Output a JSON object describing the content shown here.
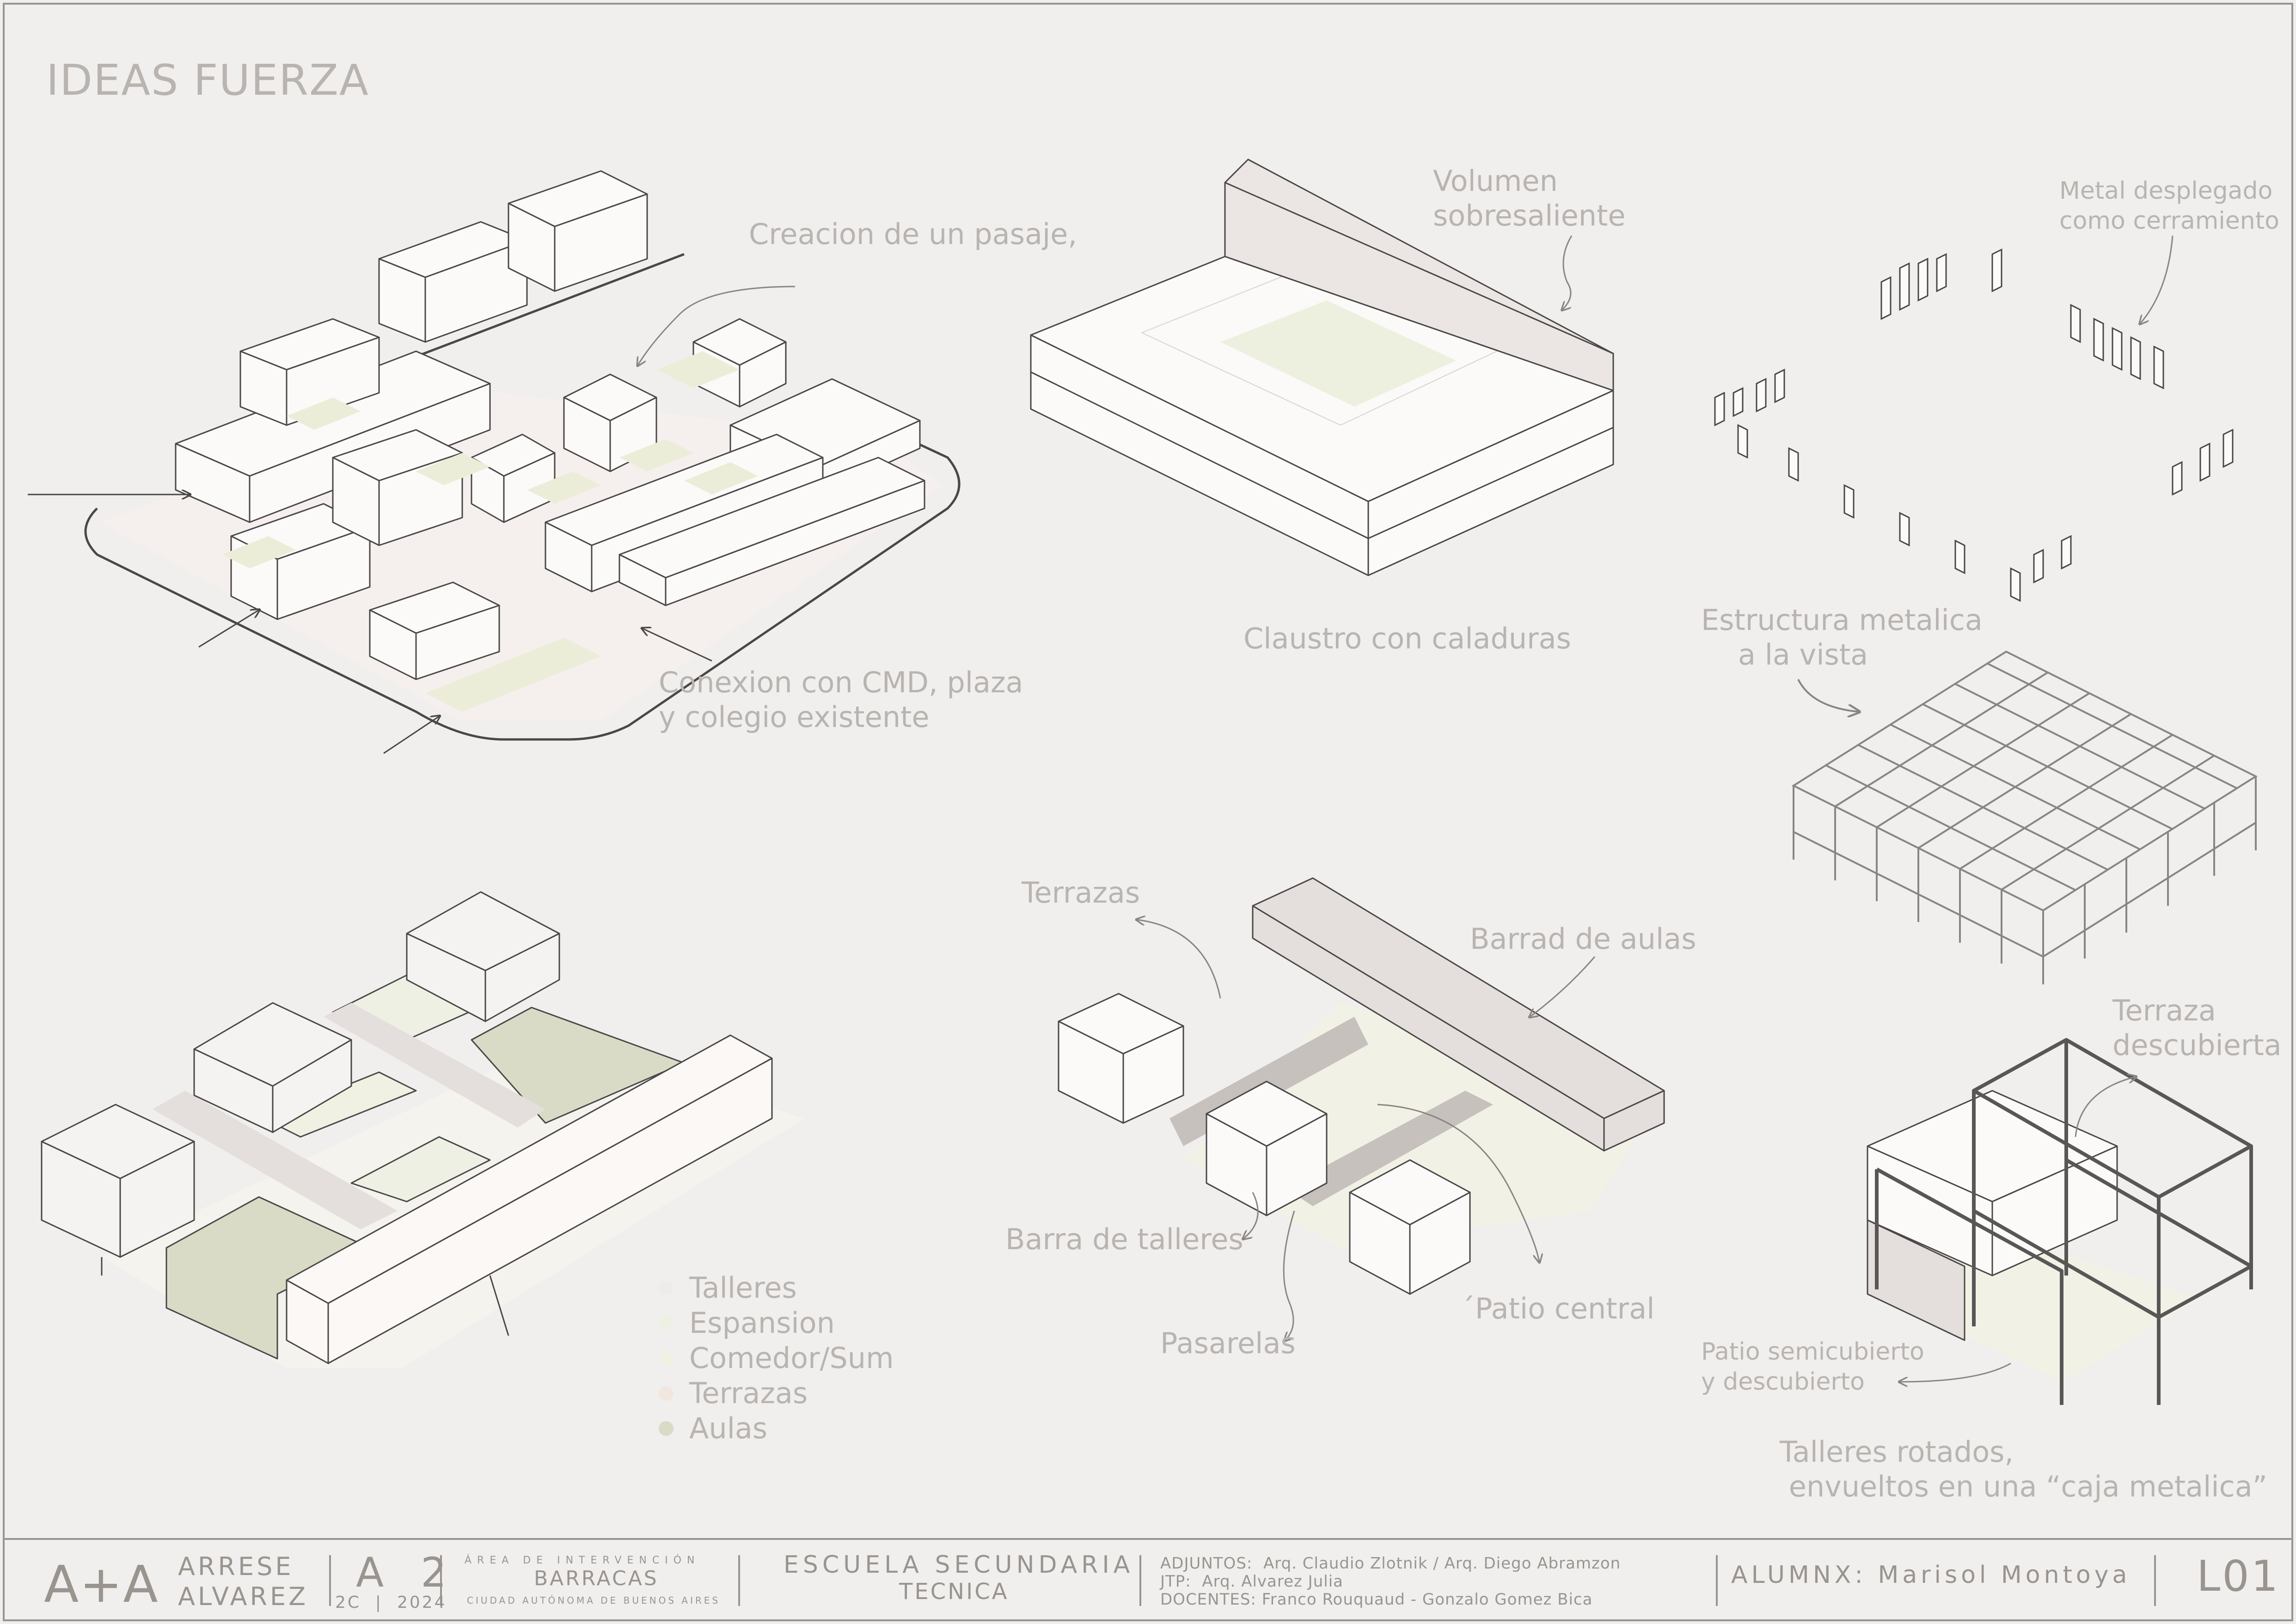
{
  "title": "IDEAS FUERZA",
  "annotations": {
    "pasaje": "Creacion de un pasaje,",
    "conexion_1": "Conexion con CMD, plaza",
    "conexion_2": "y colegio existente",
    "volumen_1": "Volumen",
    "volumen_2": "sobresaliente",
    "claustro": "Claustro con caladuras",
    "metal_1": "Metal desplegado",
    "metal_2": "como cerramiento",
    "estructura_1": "Estructura metalica",
    "estructura_2": "a la vista",
    "terrazas": "Terrazas",
    "barrad_aulas": "Barrad de aulas",
    "barra_talleres": "Barra de talleres",
    "patio_central": "´Patio central",
    "pasarelas": "Pasarelas",
    "terraza_desc_1": "Terraza",
    "terraza_desc_2": "descubierta",
    "patio_semi_1": "Patio semicubierto",
    "patio_semi_2": "y descubierto",
    "talleres_rot_1": "Talleres rotados,",
    "talleres_rot_2": " envueltos en una “caja metalica”"
  },
  "legend": [
    {
      "label": "Talleres",
      "color": "#eeeceb"
    },
    {
      "label": "Espansion",
      "color": "#eef0e3"
    },
    {
      "label": "Comedor/Sum",
      "color": "#f0f1e2"
    },
    {
      "label": "Terrazas",
      "color": "#f1e7df"
    },
    {
      "label": "Aulas",
      "color": "#d9dbc6"
    }
  ],
  "footer": {
    "logo": "A+A",
    "chair_1": "ARRESE",
    "chair_2": "ALVAREZ",
    "course": "A 2",
    "course_sub": "2C  |  2024",
    "area_title": "ÁREA DE INTERVENCIÓN",
    "area_name": "BARRACAS",
    "area_city": "CIUDAD AUTÓNOMA DE BUENOS AIRES",
    "project_1": "ESCUELA SECUNDARIA",
    "project_2": "TECNICA",
    "adjuntos": "ADJUNTOS:  Arq. Claudio Zlotnik / Arq. Diego Abramzon",
    "jtp": "JTP:  Arq. Alvarez Julia",
    "docentes": "DOCENTES: Franco Rouquaud - Gonzalo Gomez Bica",
    "alumnx": "ALUMNX: Marisol Montoya",
    "sheet": "L01"
  },
  "colors": {
    "background": "#f0efee",
    "text": "#b9b4b0",
    "line": "#4a4747",
    "block_fill": "#fbfaf9",
    "green_fill": "#ecedd9",
    "aulas_fill": "#d9dbc6",
    "bar_fill": "#e4dfdc"
  }
}
